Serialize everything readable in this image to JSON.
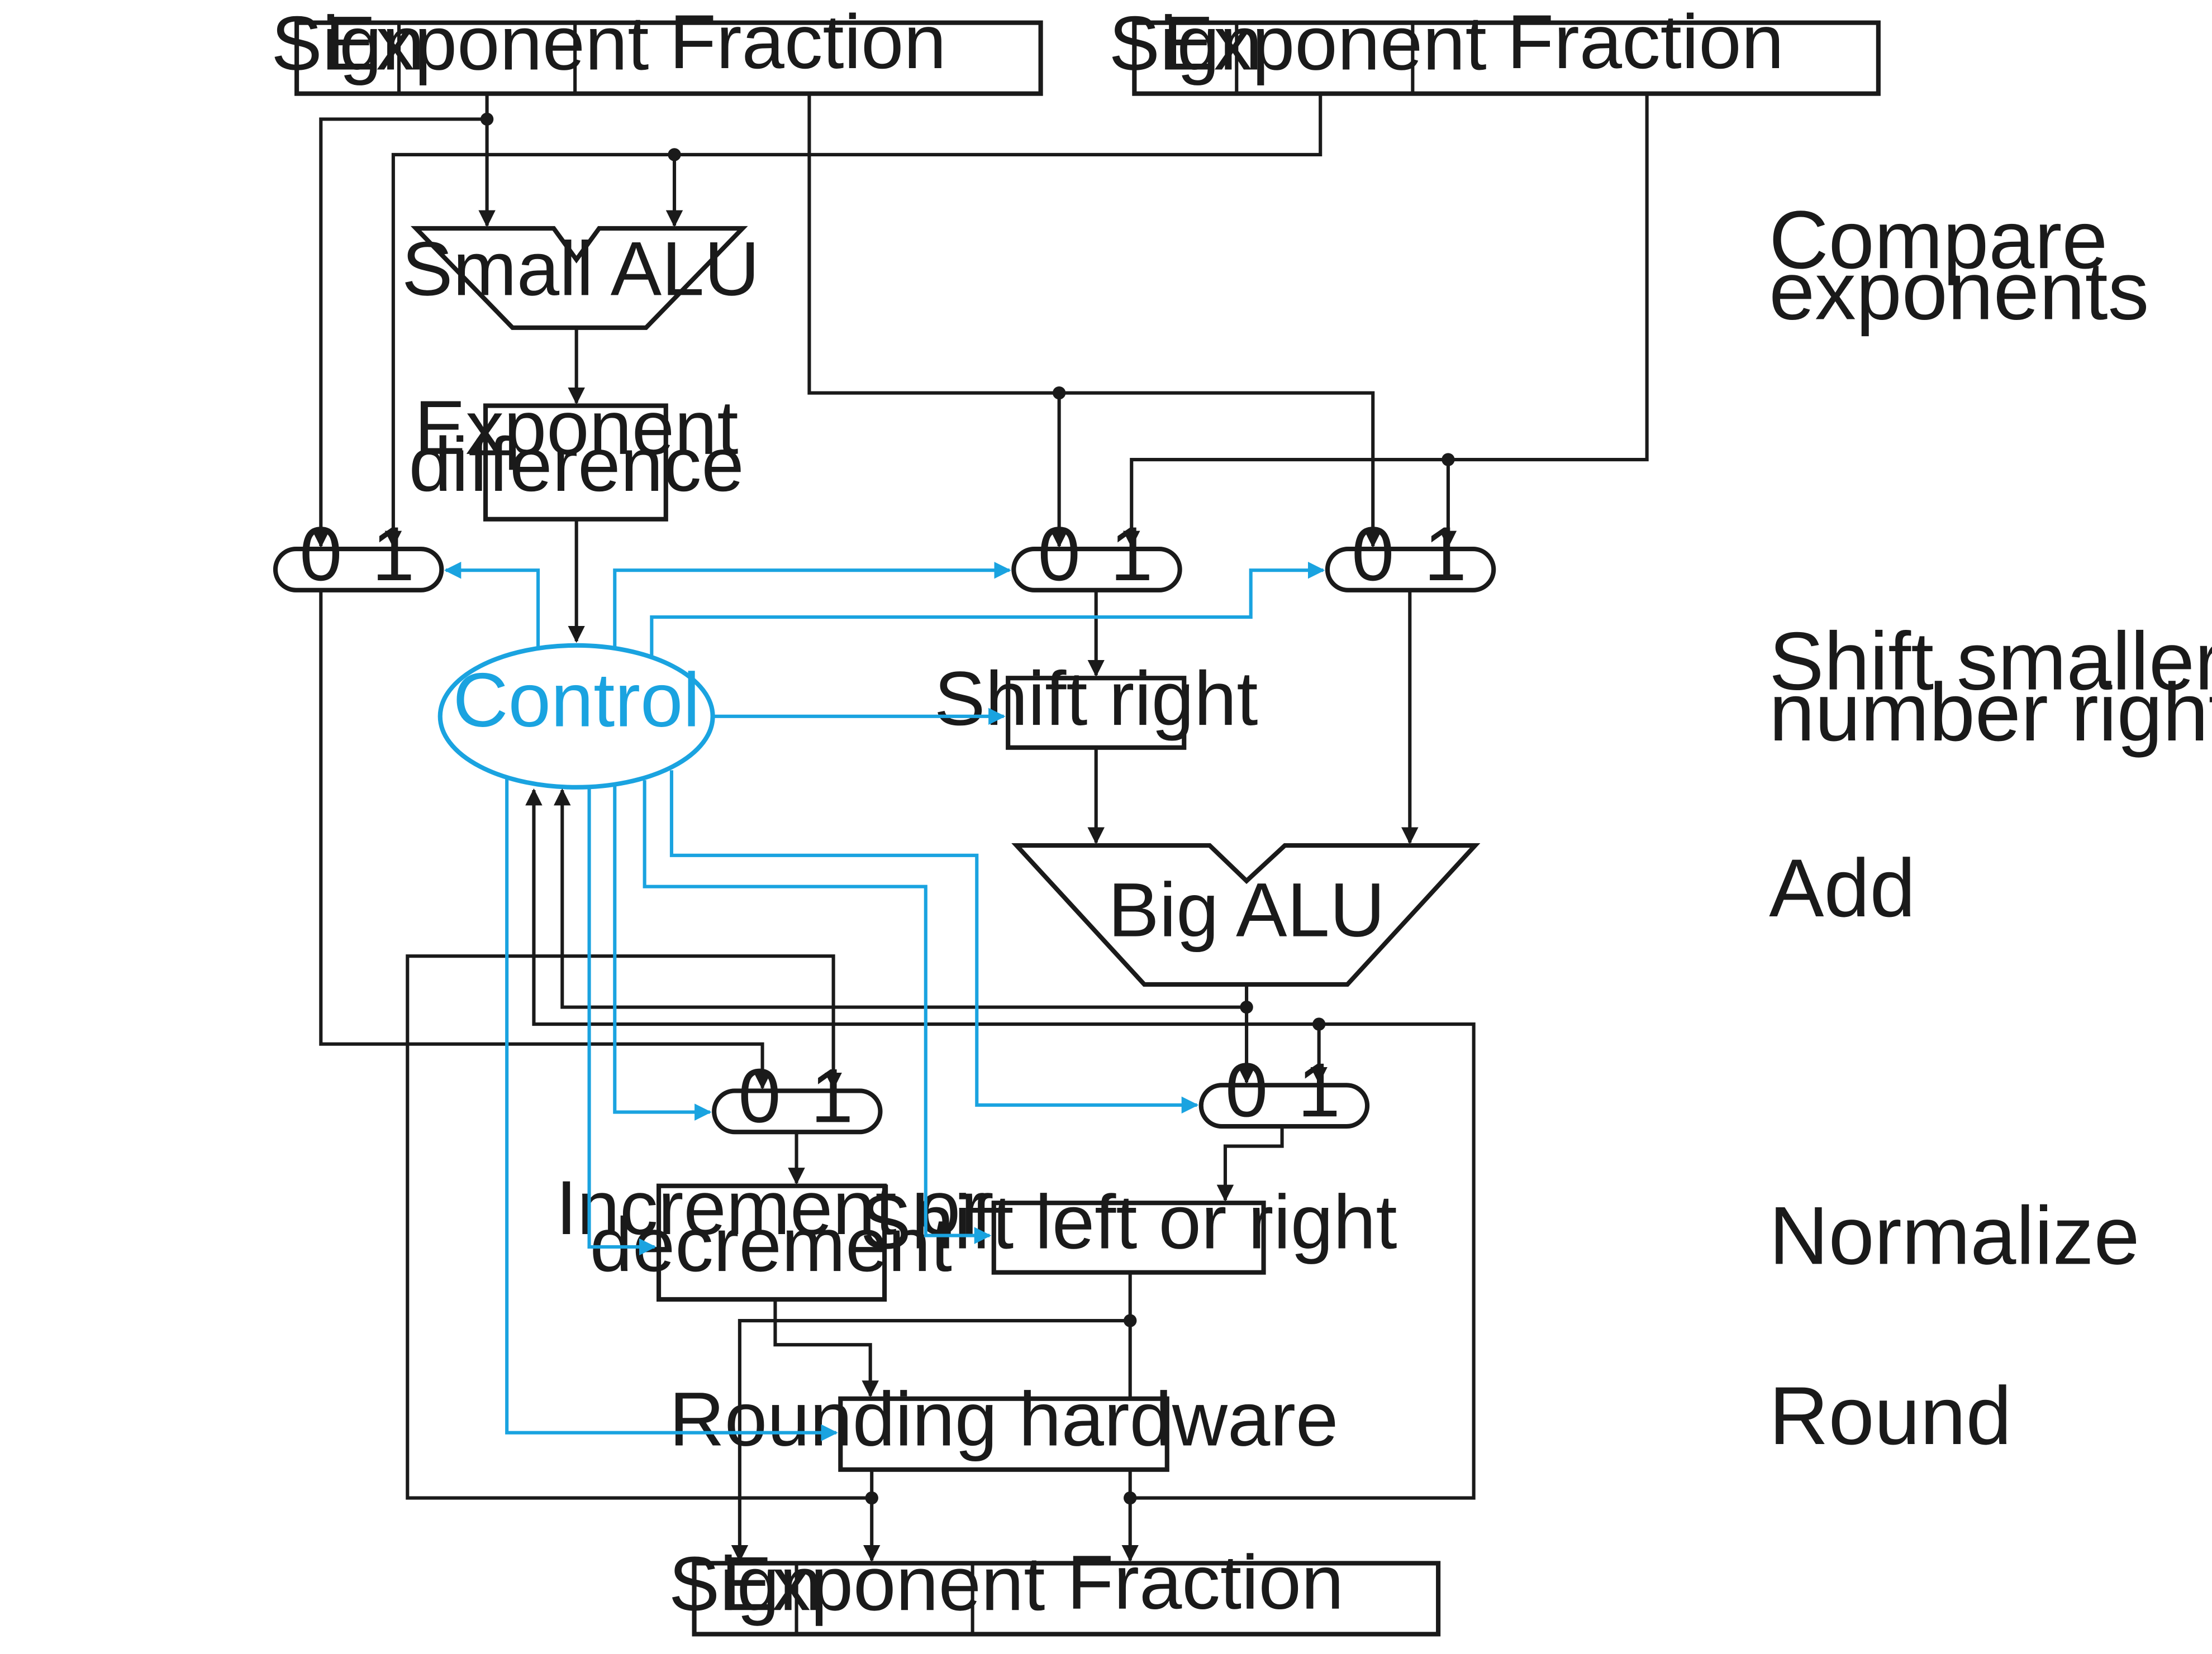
{
  "inputs": {
    "a": {
      "sign": "Sign",
      "exponent": "Exponent",
      "fraction": "Fraction"
    },
    "b": {
      "sign": "Sign",
      "exponent": "Exponent",
      "fraction": "Fraction"
    }
  },
  "output": {
    "sign": "Sign",
    "exponent": "Exponent",
    "fraction": "Fraction"
  },
  "blocks": {
    "small_alu": "Small ALU",
    "exponent_difference": [
      "Exponent",
      "difference"
    ],
    "control": "Control",
    "shift_right": "Shift right",
    "big_alu": "Big ALU",
    "increment_decrement": [
      "Increment or",
      "decrement"
    ],
    "shift_left_right": "Shift left or right",
    "rounding_hardware": "Rounding hardware"
  },
  "mux_labels": {
    "zero": "0",
    "one": "1"
  },
  "stages": {
    "compare": [
      "Compare",
      "exponents"
    ],
    "shift": [
      "Shift smaller",
      "number right"
    ],
    "add": "Add",
    "normalize": "Normalize",
    "round": "Round"
  },
  "colors": {
    "ink": "#1a1a1a",
    "control": "#1aa3e0"
  }
}
